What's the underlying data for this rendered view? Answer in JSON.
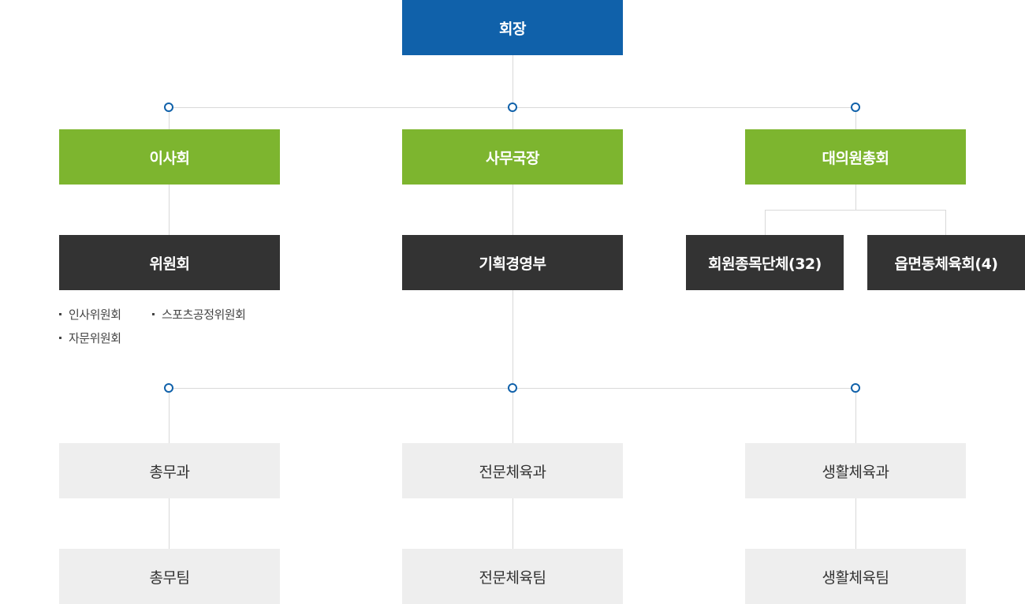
{
  "top": {
    "president": "회장"
  },
  "level1": {
    "board": "이사회",
    "secretary_general": "사무국장",
    "general_assembly": "대의원총회"
  },
  "level2": {
    "committee": "위원회",
    "planning_dept": "기획경영부",
    "member_sports": "회원종목단체(32)",
    "town_sports": "읍면동체육회(4)"
  },
  "committee_list": [
    "인사위원회",
    "스포츠공정위원회",
    "자문위원회"
  ],
  "departments": [
    {
      "name": "총무과",
      "team": "총무팀"
    },
    {
      "name": "전문체육과",
      "team": "전문체육팀"
    },
    {
      "name": "생활체육과",
      "team": "생활체육팀"
    }
  ],
  "colors": {
    "blue": "#1061aa",
    "green": "#7db52f",
    "dark": "#333333",
    "gray": "#eeeeee",
    "line": "#d9d9d9"
  }
}
